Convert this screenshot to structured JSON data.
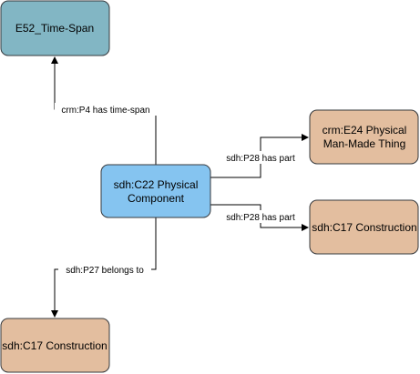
{
  "colors": {
    "time_span_fill": "#82b6c4",
    "component_fill": "#85c4f0",
    "construction_fill": "#e3be9f",
    "stroke": "#36393d",
    "edge": "#000000"
  },
  "nodes": {
    "time_span": {
      "label": "E52_Time-Span"
    },
    "physical_component": {
      "line1": "sdh:C22 Physical",
      "line2": "Component"
    },
    "physical_thing": {
      "line1": "crm:E24 Physical",
      "line2": "Man-Made Thing"
    },
    "construction_right": {
      "label": "sdh:C17 Construction"
    },
    "construction_bottom": {
      "label": "sdh:C17 Construction"
    }
  },
  "edges": {
    "has_time_span": {
      "label": "crm:P4 has time-span"
    },
    "has_part_upper": {
      "label": "sdh:P28 has part"
    },
    "has_part_lower": {
      "label": "sdh:P28 has part"
    },
    "belongs_to": {
      "label": "sdh:P27 belongs to"
    }
  }
}
